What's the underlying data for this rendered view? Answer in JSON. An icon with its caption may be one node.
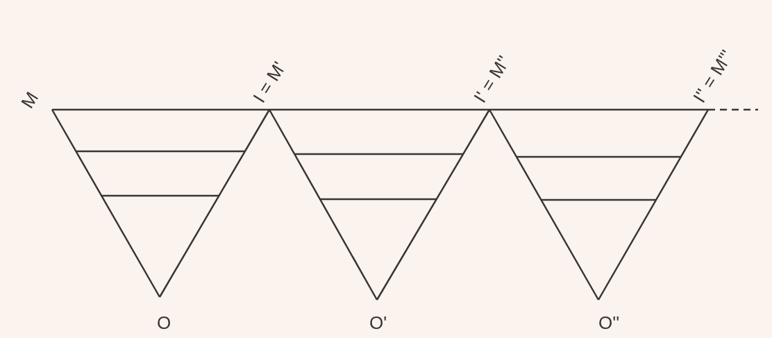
{
  "diagram": {
    "labels": [
      "M",
      "I = M'",
      "I' = M''",
      "I'' = M'''",
      "O",
      "O'",
      "O''"
    ]
  }
}
